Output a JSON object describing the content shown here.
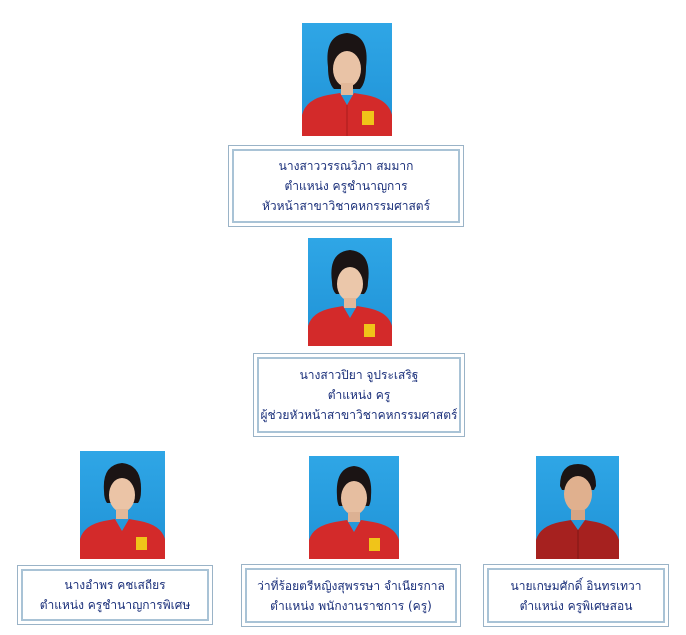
{
  "org_chart": {
    "head": {
      "name": "นางสาววรรณวิภา สมมาก",
      "position": "ตำแหน่ง ครูชำนาญการ",
      "role": "หัวหน้าสาขาวิชาคหกรรมศาสตร์"
    },
    "assistant": {
      "name": "นางสาวปิยา จูประเสริฐ",
      "position": "ตำแหน่ง ครู",
      "role": "ผู้ช่วยหัวหน้าสาขาวิชาคหกรรมศาสตร์"
    },
    "members": [
      {
        "name": "นางอำพร คชเสถียร",
        "position": "ตำแหน่ง ครูชำนาญการพิเศษ"
      },
      {
        "name": "ว่าที่ร้อยตรีหญิงสุพรรษา จำเนียรกาล",
        "position": "ตำแหน่ง พนักงานราชการ (ครู)"
      },
      {
        "name": "นายเกษมศักดิ์ อินทรเทวา",
        "position": "ตำแหน่ง ครูพิเศษสอน"
      }
    ]
  },
  "colors": {
    "photo_background": "#2fa6e6",
    "uniform_red": "#d32a2a",
    "text": "#1a2f7a",
    "box_border": "#a9c3d6"
  }
}
